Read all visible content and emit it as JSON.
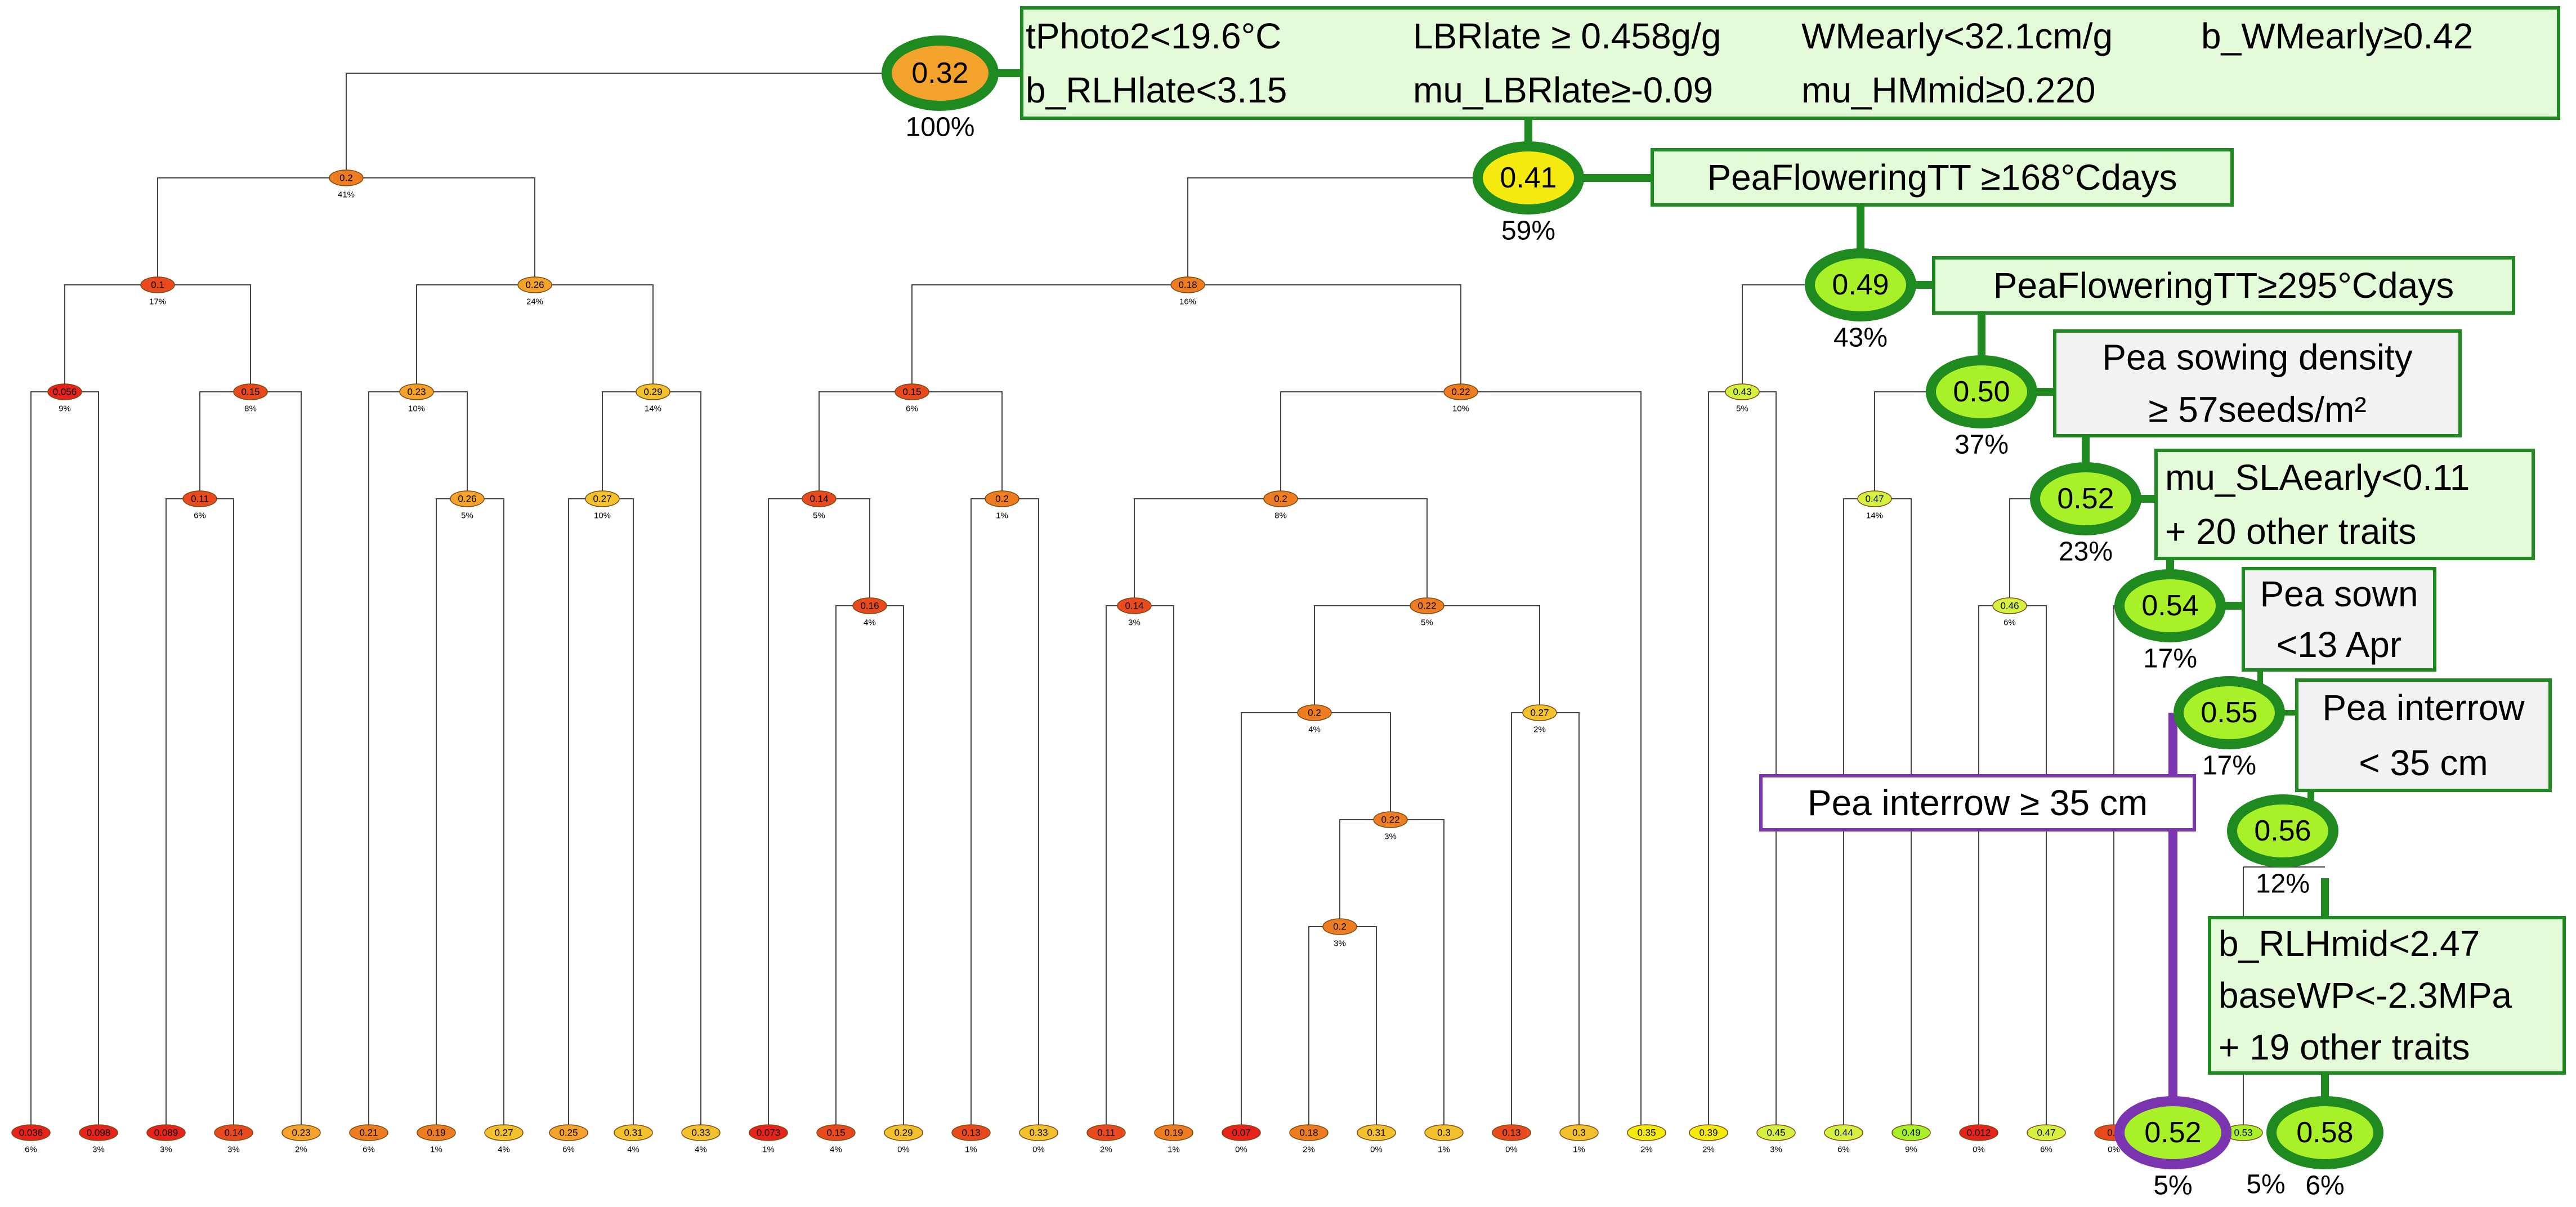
{
  "colors": {
    "red": "#e8231c",
    "red_orange": "#e84a1e",
    "orange": "#ee7d22",
    "light_orange": "#f3a22c",
    "amber": "#f2c12e",
    "yellow": "#f5ea10",
    "yellow_green": "#d6f040",
    "green_yellow": "#a8f028",
    "path_green": "#1f8a1f",
    "path_purple": "#7a34b0",
    "rule_fill_green": "#e3fbd9",
    "rule_fill_grey": "#f2f2f2",
    "line": "#444444"
  },
  "main_path": {
    "root": {
      "value": "0.32",
      "pct": "100%"
    },
    "n1": {
      "value": "0.41",
      "pct": "59%"
    },
    "n2": {
      "value": "0.49",
      "pct": "43%"
    },
    "n3": {
      "value": "0.50",
      "pct": "37%"
    },
    "n4": {
      "value": "0.52",
      "pct": "23%"
    },
    "n5": {
      "value": "0.54",
      "pct": "17%"
    },
    "n6": {
      "value": "0.55",
      "pct": "17%"
    },
    "n7": {
      "value": "0.56",
      "pct": "12%"
    },
    "leaf_final": {
      "value": "0.58",
      "pct": "6%"
    },
    "leaf_purple": {
      "value": "0.52",
      "pct": "5%"
    },
    "leaf_mid_pct": "5%"
  },
  "rules": {
    "r0": [
      "tPhoto2<19.6°C",
      "LBRlate ≥ 0.458g/g",
      "WMearly<32.1cm/g",
      "b_WMearly≥0.42",
      "b_RLHlate<3.15",
      "mu_LBRlate≥-0.09",
      "mu_HMmid≥0.220"
    ],
    "r1": "PeaFloweringTT ≥168°Cdays",
    "r2": "PeaFloweringTT≥295°Cdays",
    "r3": [
      "Pea sowing density",
      "≥ 57seeds/m²"
    ],
    "r4": [
      "mu_SLAearly<0.11",
      "+ 20 other traits"
    ],
    "r5": [
      "Pea sown",
      "<13 Apr"
    ],
    "r6": [
      "Pea interrow",
      "< 35 cm"
    ],
    "r7": [
      "b_RLHmid<2.47",
      "baseWP<-2.3MPa",
      "+ 19 other traits"
    ],
    "purple": "Pea interrow ≥ 35 cm"
  },
  "small_nodes": [
    {
      "id": "L1",
      "value": "0.2",
      "pct": "41%"
    },
    {
      "id": "L2a",
      "value": "0.1",
      "pct": "17%"
    },
    {
      "id": "L2b",
      "value": "0.26",
      "pct": "24%"
    },
    {
      "id": "L3a",
      "value": "0.056",
      "pct": "9%"
    },
    {
      "id": "L3b",
      "value": "0.15",
      "pct": "8%"
    },
    {
      "id": "L3c",
      "value": "0.23",
      "pct": "10%"
    },
    {
      "id": "L3d",
      "value": "0.29",
      "pct": "14%"
    },
    {
      "id": "L4a",
      "value": "0.11",
      "pct": "6%"
    },
    {
      "id": "L4b",
      "value": "0.26",
      "pct": "5%"
    },
    {
      "id": "L4c",
      "value": "0.27",
      "pct": "10%"
    },
    {
      "id": "M1",
      "value": "0.18",
      "pct": "16%"
    },
    {
      "id": "M2a",
      "value": "0.15",
      "pct": "6%"
    },
    {
      "id": "M2b",
      "value": "0.22",
      "pct": "10%"
    },
    {
      "id": "M3a",
      "value": "0.14",
      "pct": "5%"
    },
    {
      "id": "M3b",
      "value": "0.2",
      "pct": "1%"
    },
    {
      "id": "M3c",
      "value": "0.2",
      "pct": "8%"
    },
    {
      "id": "M4a",
      "value": "0.16",
      "pct": "4%"
    },
    {
      "id": "M4b",
      "value": "0.14",
      "pct": "3%"
    },
    {
      "id": "M4c",
      "value": "0.22",
      "pct": "5%"
    },
    {
      "id": "M5a",
      "value": "0.2",
      "pct": "4%"
    },
    {
      "id": "M5b",
      "value": "0.27",
      "pct": "2%"
    },
    {
      "id": "M6a",
      "value": "0.22",
      "pct": "3%"
    },
    {
      "id": "M7a",
      "value": "0.2",
      "pct": "3%"
    },
    {
      "id": "R1",
      "value": "0.43",
      "pct": "5%"
    },
    {
      "id": "R2",
      "value": "0.47",
      "pct": "14%"
    },
    {
      "id": "R3",
      "value": "0.46",
      "pct": "6%"
    }
  ],
  "leaves": [
    {
      "value": "0.036",
      "pct": "6%"
    },
    {
      "value": "0.098",
      "pct": "3%"
    },
    {
      "value": "0.089",
      "pct": "3%"
    },
    {
      "value": "0.14",
      "pct": "3%"
    },
    {
      "value": "0.23",
      "pct": "2%"
    },
    {
      "value": "0.21",
      "pct": "6%"
    },
    {
      "value": "0.19",
      "pct": "1%"
    },
    {
      "value": "0.27",
      "pct": "4%"
    },
    {
      "value": "0.25",
      "pct": "6%"
    },
    {
      "value": "0.31",
      "pct": "4%"
    },
    {
      "value": "0.33",
      "pct": "4%"
    },
    {
      "value": "0.073",
      "pct": "1%"
    },
    {
      "value": "0.15",
      "pct": "4%"
    },
    {
      "value": "0.29",
      "pct": "0%"
    },
    {
      "value": "0.13",
      "pct": "1%"
    },
    {
      "value": "0.33",
      "pct": "0%"
    },
    {
      "value": "0.11",
      "pct": "2%"
    },
    {
      "value": "0.19",
      "pct": "1%"
    },
    {
      "value": "0.07",
      "pct": "0%"
    },
    {
      "value": "0.18",
      "pct": "2%"
    },
    {
      "value": "0.31",
      "pct": "0%"
    },
    {
      "value": "0.3",
      "pct": "1%"
    },
    {
      "value": "0.13",
      "pct": "0%"
    },
    {
      "value": "0.3",
      "pct": "1%"
    },
    {
      "value": "0.35",
      "pct": "2%"
    },
    {
      "value": "0.39",
      "pct": "2%"
    },
    {
      "value": "0.45",
      "pct": "3%"
    },
    {
      "value": "0.44",
      "pct": "6%"
    },
    {
      "value": "0.49",
      "pct": "9%"
    },
    {
      "value": "0.012",
      "pct": "0%"
    },
    {
      "value": "0.47",
      "pct": "6%"
    },
    {
      "value": "0.1",
      "pct": "0%"
    },
    {
      "value": "0.53",
      "pct": ""
    }
  ]
}
